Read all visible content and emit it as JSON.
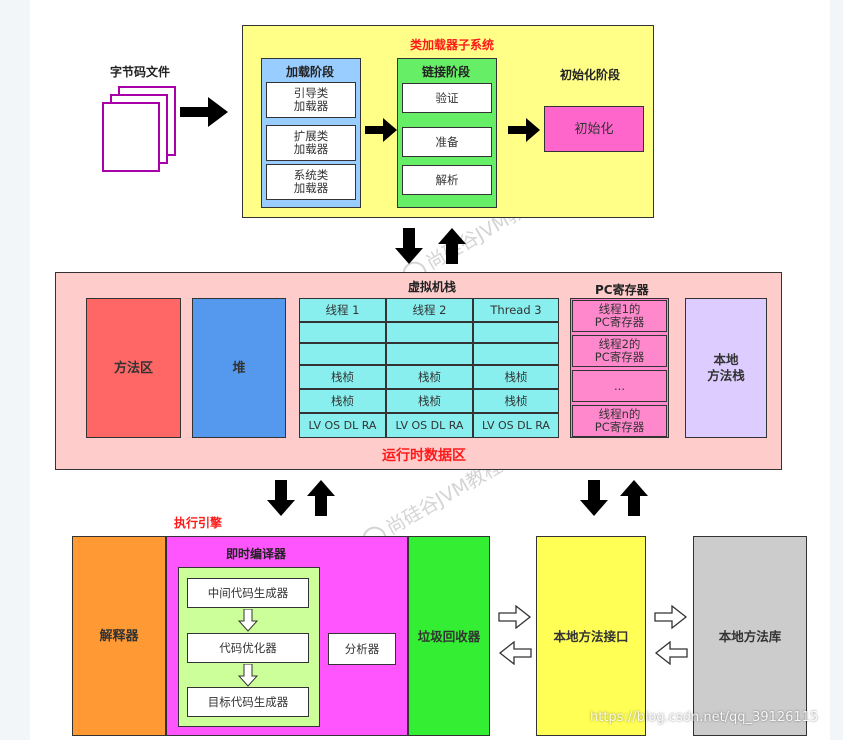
{
  "bytecode": {
    "label": "字节码文件"
  },
  "classloader": {
    "title": "类加载器子系统",
    "loading": {
      "title": "加载阶段",
      "items": [
        "引导类\n加载器",
        "扩展类\n加载器",
        "系统类\n加载器"
      ]
    },
    "linking": {
      "title": "链接阶段",
      "items": [
        "验证",
        "准备",
        "解析"
      ]
    },
    "init": {
      "title": "初始化阶段",
      "item": "初始化"
    }
  },
  "runtime": {
    "title": "运行时数据区",
    "method_area": "方法区",
    "heap": "堆",
    "vm_stack": {
      "title": "虚拟机栈",
      "threads": [
        "线程 1",
        "线程 2",
        "Thread 3"
      ],
      "frame": "栈桢",
      "locals": "LV OS DL RA"
    },
    "pc": {
      "title": "PC寄存器",
      "items": [
        "线程1的\nPC寄存器",
        "线程2的\nPC寄存器",
        "...",
        "线程n的\nPC寄存器"
      ]
    },
    "native_stack": "本地\n方法栈"
  },
  "engine": {
    "title": "执行引擎",
    "interpreter": "解释器",
    "jit": {
      "title": "即时编译器",
      "steps": [
        "中间代码生成器",
        "代码优化器",
        "目标代码生成器"
      ],
      "analyzer": "分析器"
    },
    "gc": "垃圾回收器"
  },
  "native_interface": "本地方法接口",
  "native_library": "本地方法库",
  "watermark": "尚硅谷JVM教程配图",
  "credit": "https://blog.csdn.net/qq_39126115",
  "colors": {
    "classloader_bg": "#ffff88",
    "loading_bg": "#99ccff",
    "linking_bg": "#66ee66",
    "init_bg": "#ff66cc",
    "runtime_bg": "#ffcccc",
    "method_area": "#ff6666",
    "heap": "#5599ee",
    "stack_cells": "#88eeee",
    "pc_bg": "#ff88cc",
    "native_stack": "#ddccff",
    "interpreter": "#ff9933",
    "jit_bg": "#ff55ff",
    "jit_inner": "#ccff99",
    "gc": "#33ee33",
    "native_interface": "#ffff55",
    "native_library": "#cccccc",
    "title_red": "#ff1a1a"
  }
}
